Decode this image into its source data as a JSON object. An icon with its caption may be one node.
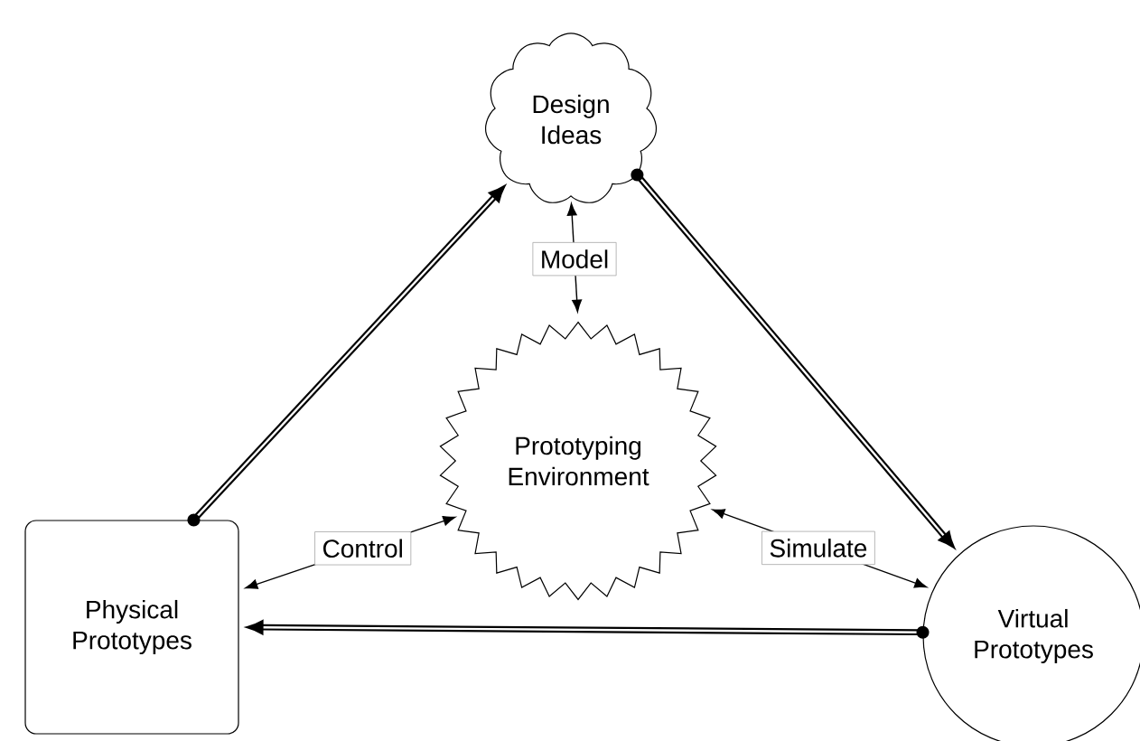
{
  "diagram": {
    "nodes": [
      {
        "text": [
          "Design Ideas"
        ]
      },
      {
        "text": [
          "Prototyping Environment"
        ]
      },
      {
        "text": [
          "Physical Prototypes"
        ]
      },
      {
        "text": [
          "Virtual Prototypes"
        ]
      }
    ],
    "edges": [
      {
        "from": 2,
        "to": 0,
        "arrow": "to",
        "style": "thick"
      },
      {
        "from": 0,
        "to": 3,
        "arrow": "to",
        "style": "thick"
      },
      {
        "from": 3,
        "to": 2,
        "arrow": "to",
        "style": "thick"
      },
      {
        "from": 1,
        "to": 0,
        "arrow": "both",
        "label": "Model"
      },
      {
        "from": 1,
        "to": 2,
        "arrow": "both",
        "label": "Control"
      },
      {
        "from": 1,
        "to": 3,
        "arrow": "both",
        "label": "Simulate"
      }
    ]
  }
}
